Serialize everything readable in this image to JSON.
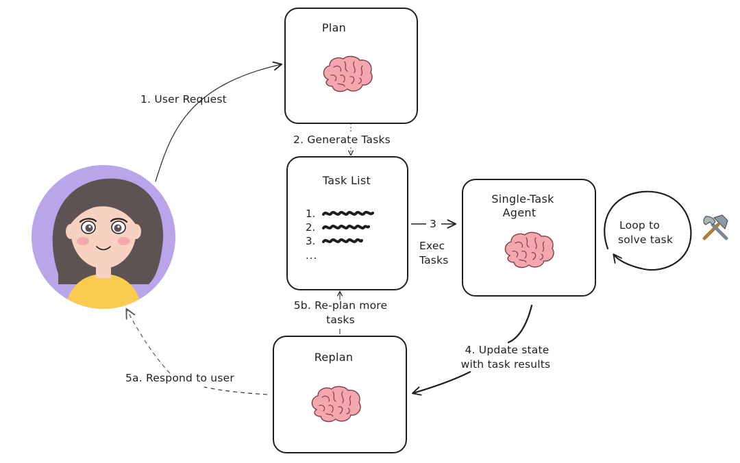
{
  "nodes": {
    "plan": {
      "title": "Plan"
    },
    "task_list": {
      "title": "Task List",
      "items": [
        "1.",
        "2.",
        "3."
      ],
      "ellipsis": "..."
    },
    "agent": {
      "title_line1": "Single-Task",
      "title_line2": "Agent"
    },
    "replan": {
      "title": "Replan"
    }
  },
  "edges": {
    "user_request": "1. User Request",
    "generate_tasks": "2. Generate Tasks",
    "step3": "3",
    "exec_line1": "Exec",
    "exec_line2": "Tasks",
    "update_line1": "4. Update state",
    "update_line2": "with task results",
    "replan_more_line1": "5b. Re-plan more",
    "replan_more_line2": "tasks",
    "respond": "5a. Respond to user",
    "loop_line1": "Loop to",
    "loop_line2": "solve task"
  },
  "colors": {
    "brain_fill": "#f4a7ae",
    "brain_stroke": "#7a3b44",
    "avatar_bg": "#b9a5ea",
    "hair": "#5e5352",
    "skin": "#f7d2c2",
    "shirt": "#f9cc4f",
    "ink": "#1e1e1e"
  }
}
